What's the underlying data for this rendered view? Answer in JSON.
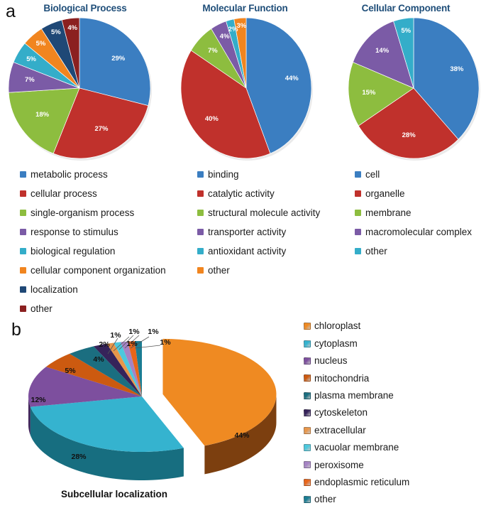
{
  "figure": {
    "panel_a_letter": "a",
    "panel_b_letter": "b",
    "panel_b_caption": "Subcellular localization",
    "title_color": "#1f4e79"
  },
  "chart_data": [
    {
      "type": "pie",
      "title": "Biological Process",
      "panel": "a",
      "categories": [
        "metabolic process",
        "cellular process",
        "single-organism process",
        "response to stimulus",
        "biological regulation",
        "cellular component organization",
        "localization",
        "other"
      ],
      "values": [
        29,
        27,
        18,
        7,
        5,
        5,
        5,
        4
      ],
      "labels": [
        "29%",
        "27%",
        "18%",
        "7%",
        "5%",
        "5%",
        "5%",
        "4%"
      ],
      "colors": [
        "#3b7ec1",
        "#c0312c",
        "#8dbd3f",
        "#7b5ba6",
        "#34adc9",
        "#f1851f",
        "#1f4876",
        "#8b2020"
      ],
      "legend_position": "bottom"
    },
    {
      "type": "pie",
      "title": "Molecular Function",
      "panel": "a",
      "categories": [
        "binding",
        "catalytic activity",
        "structural molecule activity",
        "transporter activity",
        "antioxidant activity",
        "other"
      ],
      "values": [
        44,
        40,
        7,
        4,
        2,
        3
      ],
      "labels": [
        "44%",
        "40%",
        "7%",
        "4%",
        "2%",
        "3%"
      ],
      "colors": [
        "#3b7ec1",
        "#c0312c",
        "#8dbd3f",
        "#7b5ba6",
        "#34adc9",
        "#f1851f"
      ],
      "legend_position": "bottom"
    },
    {
      "type": "pie",
      "title": "Cellular Component",
      "panel": "a",
      "categories": [
        "cell",
        "organelle",
        "membrane",
        "macromolecular complex",
        "other"
      ],
      "values": [
        38,
        28,
        15,
        14,
        5
      ],
      "labels": [
        "38%",
        "28%",
        "15%",
        "14%",
        "5%"
      ],
      "colors": [
        "#3b7ec1",
        "#c0312c",
        "#8dbd3f",
        "#7b5ba6",
        "#34adc9"
      ],
      "legend_position": "bottom"
    },
    {
      "type": "pie",
      "title": "Subcellular localization",
      "panel": "b",
      "exploded_slice": "chloroplast",
      "three_d": true,
      "categories": [
        "chloroplast",
        "cytoplasm",
        "nucleus",
        "mitochondria",
        "plasma membrane",
        "cytoskeleton",
        "extracellular",
        "vacuolar membrane",
        "peroxisome",
        "endoplasmic reticulum",
        "other"
      ],
      "values": [
        44,
        28,
        12,
        5,
        4,
        2,
        1,
        1,
        1,
        1,
        1
      ],
      "labels": [
        "44%",
        "28%",
        "12%",
        "5%",
        "4%",
        "2%",
        "1%",
        "1%",
        "1%",
        "1%",
        "1%"
      ],
      "colors": [
        "#ef8a22",
        "#35b3cf",
        "#7d4f9e",
        "#cc5a10",
        "#1b6e80",
        "#36235a",
        "#e8964a",
        "#4cc8dd",
        "#a583c4",
        "#e8651a",
        "#1b7d93"
      ],
      "side_colors": [
        "#7c3f0f",
        "#176e80",
        "#3e2258",
        "#6e2f08",
        "#0d3a44",
        "#1b1030",
        "#7a4c1f",
        "#22707e",
        "#5a4470",
        "#7a330a",
        "#0e4250"
      ],
      "legend_position": "right"
    }
  ],
  "legends": {
    "biological_process": [
      {
        "label": "metabolic process",
        "color": "#3b7ec1"
      },
      {
        "label": "cellular process",
        "color": "#c0312c"
      },
      {
        "label": "single-organism process",
        "color": "#8dbd3f"
      },
      {
        "label": "response to stimulus",
        "color": "#7b5ba6"
      },
      {
        "label": "biological regulation",
        "color": "#34adc9"
      },
      {
        "label": "cellular component organization",
        "color": "#f1851f"
      },
      {
        "label": "localization",
        "color": "#1f4876"
      },
      {
        "label": "other",
        "color": "#8b2020"
      }
    ],
    "molecular_function": [
      {
        "label": "binding",
        "color": "#3b7ec1"
      },
      {
        "label": "catalytic activity",
        "color": "#c0312c"
      },
      {
        "label": "structural molecule activity",
        "color": "#8dbd3f"
      },
      {
        "label": "transporter activity",
        "color": "#7b5ba6"
      },
      {
        "label": "antioxidant activity",
        "color": "#34adc9"
      },
      {
        "label": "other",
        "color": "#f1851f"
      }
    ],
    "cellular_component": [
      {
        "label": "cell",
        "color": "#3b7ec1"
      },
      {
        "label": "organelle",
        "color": "#c0312c"
      },
      {
        "label": "membrane",
        "color": "#8dbd3f"
      },
      {
        "label": "macromolecular complex",
        "color": "#7b5ba6"
      },
      {
        "label": "other",
        "color": "#34adc9"
      }
    ],
    "subcellular_localization": [
      {
        "label": "chloroplast",
        "color": "#ef8a22"
      },
      {
        "label": "cytoplasm",
        "color": "#35b3cf"
      },
      {
        "label": "nucleus",
        "color": "#7d4f9e"
      },
      {
        "label": "mitochondria",
        "color": "#cc5a10"
      },
      {
        "label": "plasma membrane",
        "color": "#1b6e80"
      },
      {
        "label": "cytoskeleton",
        "color": "#36235a"
      },
      {
        "label": "extracellular",
        "color": "#e8964a"
      },
      {
        "label": "vacuolar membrane",
        "color": "#4cc8dd"
      },
      {
        "label": "peroxisome",
        "color": "#a583c4"
      },
      {
        "label": "endoplasmic reticulum",
        "color": "#e8651a"
      },
      {
        "label": "other",
        "color": "#1b7d93"
      }
    ]
  }
}
